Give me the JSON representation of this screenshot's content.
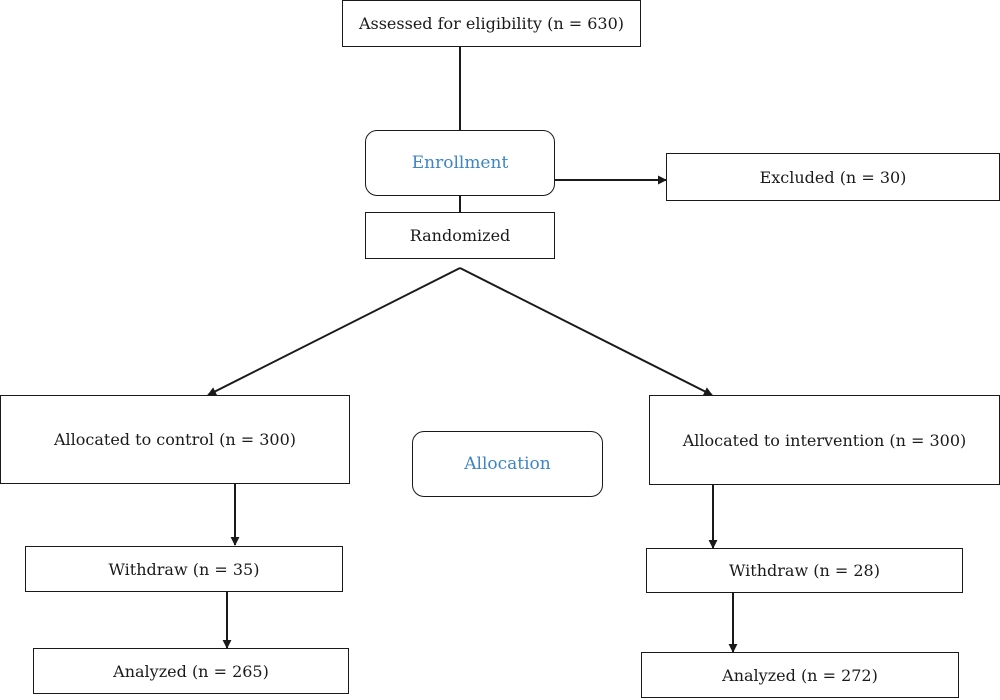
{
  "diagram": {
    "colors": {
      "line": "#1a1a1a",
      "stage_text": "#3d85c6",
      "background": "#ffffff"
    },
    "nodes": {
      "assessed": "Assessed for eligibility (n = 630)",
      "enrollment": "Enrollment",
      "excluded": "Excluded (n = 30)",
      "randomized": "Randomized",
      "allocated_control": "Allocated to control (n = 300)",
      "allocation": "Allocation",
      "allocated_intervention": "Allocated to intervention (n = 300)",
      "withdraw_control": "Withdraw (n = 35)",
      "withdraw_intervention": "Withdraw (n = 28)",
      "analyzed_control": "Analyzed (n = 265)",
      "analyzed_intervention": "Analyzed (n = 272)"
    },
    "edges": [
      {
        "from": "assessed",
        "to": "enrollment",
        "arrow": false
      },
      {
        "from": "enrollment",
        "to": "excluded",
        "arrow": true
      },
      {
        "from": "enrollment",
        "to": "randomized",
        "arrow": false
      },
      {
        "from": "randomized",
        "to": "allocated_control",
        "arrow": true
      },
      {
        "from": "randomized",
        "to": "allocated_intervention",
        "arrow": true
      },
      {
        "from": "allocated_control",
        "to": "withdraw_control",
        "arrow": true
      },
      {
        "from": "allocated_intervention",
        "to": "withdraw_intervention",
        "arrow": true
      },
      {
        "from": "withdraw_control",
        "to": "analyzed_control",
        "arrow": true
      },
      {
        "from": "withdraw_intervention",
        "to": "analyzed_intervention",
        "arrow": true
      }
    ]
  }
}
